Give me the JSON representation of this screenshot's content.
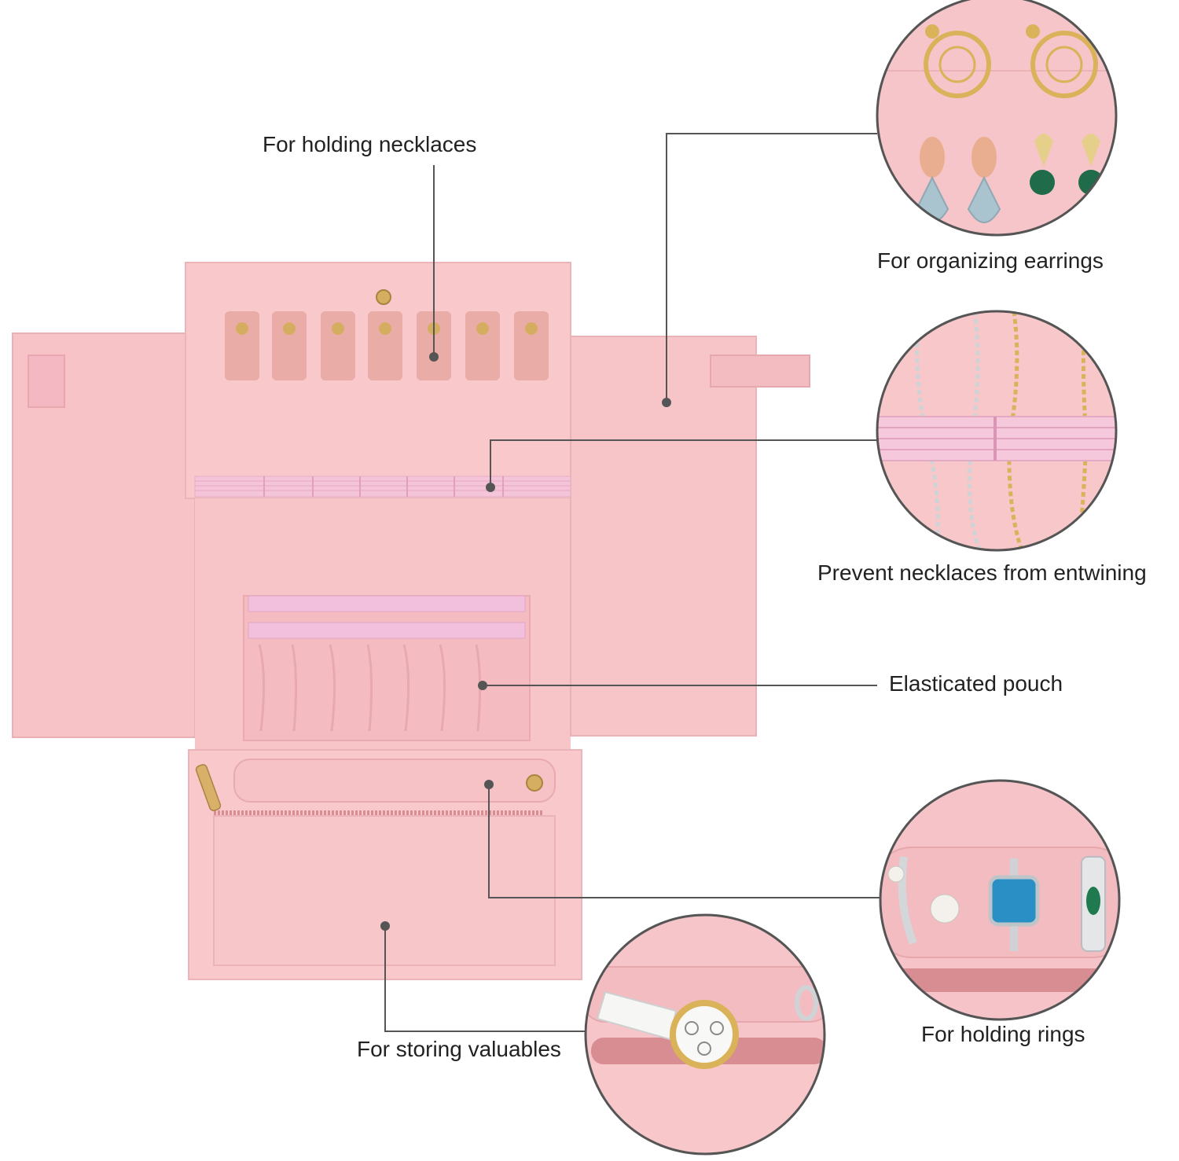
{
  "callouts": {
    "holding_necklaces": "For holding necklaces",
    "organizing_earrings": "For organizing earrings",
    "prevent_entwining": "Prevent necklaces from entwining",
    "elasticated_pouch": "Elasticated pouch",
    "holding_rings": "For holding rings",
    "storing_valuables": "For storing valuables"
  },
  "colors": {
    "background": "#ffffff",
    "fabric_pink": "#f7c6c9",
    "fabric_shadow": "#eeb3b8",
    "leather_tab": "#e9a9a4",
    "elastic_band": "#f5c8dc",
    "zipper": "#d98b90",
    "leader_line": "#555555",
    "circle_border": "#555555",
    "gold": "#d9b25a",
    "silver": "#cfd3d6",
    "blue_gem": "#2a8fc4",
    "green_gem": "#1f7a4f"
  }
}
